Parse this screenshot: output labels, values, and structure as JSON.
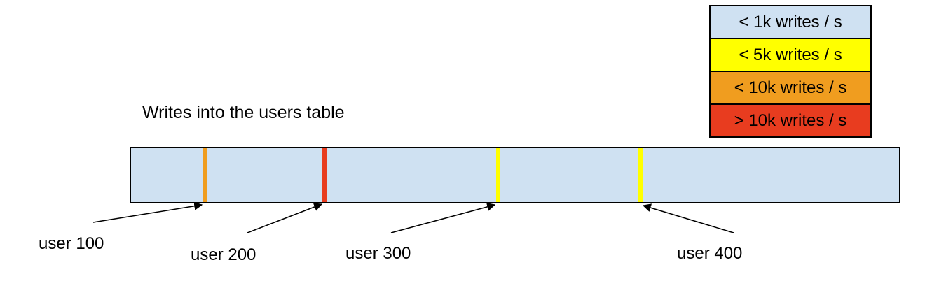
{
  "title": "Writes into the users table",
  "legend": {
    "items": [
      {
        "label": "< 1k writes / s",
        "color": "#cfe1f2"
      },
      {
        "label": "< 5k writes / s",
        "color": "#ffff00"
      },
      {
        "label": "< 10k writes / s",
        "color": "#f09d1f"
      },
      {
        "label": "> 10k writes / s",
        "color": "#e83c1f"
      }
    ]
  },
  "bar": {
    "color": "#cfe1f2",
    "hotspots": [
      {
        "label": "user 100",
        "color": "#f09d1f"
      },
      {
        "label": "user 200",
        "color": "#e83c1f"
      },
      {
        "label": "user 300",
        "color": "#ffff00"
      },
      {
        "label": "user 400",
        "color": "#ffff00"
      }
    ]
  }
}
